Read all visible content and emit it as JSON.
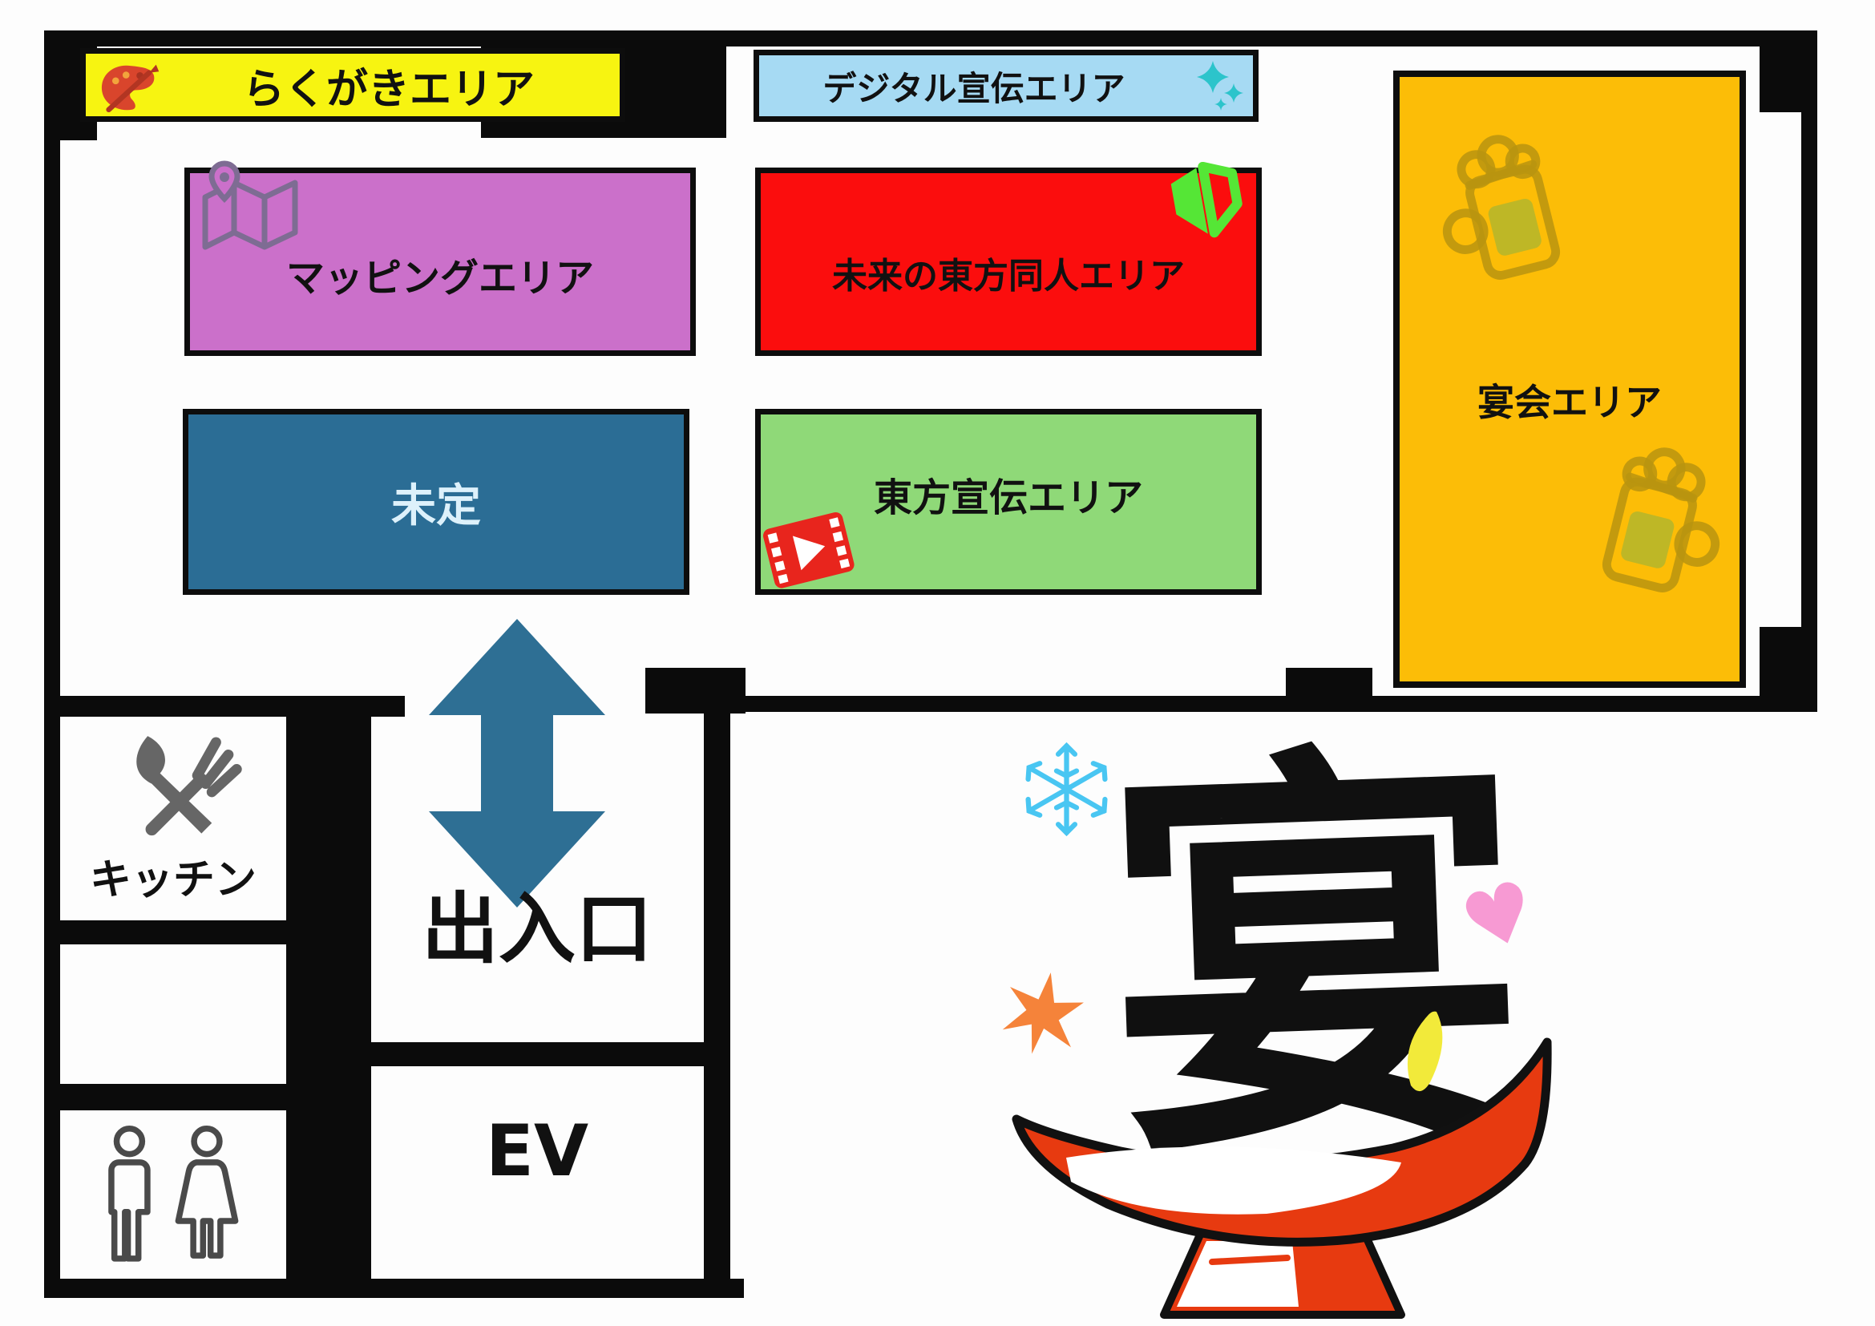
{
  "floorplan": {
    "banners": {
      "rakugaki": {
        "label": "らくがきエリア",
        "color": "#f7f411"
      },
      "digital": {
        "label": "デジタル宣伝エリア",
        "color": "#a6daf3"
      }
    },
    "areas": {
      "mapping": {
        "label": "マッピングエリア",
        "color": "#cb70ca"
      },
      "future_doujin": {
        "label": "未来の東方同人エリア",
        "color": "#fb0d0d"
      },
      "undecided": {
        "label": "未定",
        "color": "#2b6d95",
        "text_color": "#ddf1fb"
      },
      "touhou_pr": {
        "label": "東方宣伝エリア",
        "color": "#8fd978"
      },
      "banquet": {
        "label": "宴会エリア",
        "color": "#fcbd07"
      }
    },
    "rooms": {
      "kitchen": {
        "label": "キッチン"
      },
      "entrance": {
        "label": "出入口"
      },
      "elevator": {
        "label": "EV"
      }
    },
    "artwork": {
      "kanji": "宴",
      "dish_color": "#e73a10"
    },
    "icons": {
      "palette-icon": "🎨",
      "sparkles-icon": "✨",
      "map-pin-icon": "🗺",
      "beginner-mark-icon": "🔰",
      "film-icon": "🎞",
      "beer-mug-icon": "🍺",
      "fork-knife-icon": "🍴",
      "restroom-icon": "🚻",
      "double-arrow-icon": "↕",
      "snowflake-icon": "❄",
      "heart-icon": "♥",
      "maple-star-icon": "🍁",
      "leaf-petal-icon": "🍂",
      "heart_glyph": "♥",
      "accent_arrow": "#2e6f94",
      "wall_color": "#0b0b0b"
    }
  }
}
